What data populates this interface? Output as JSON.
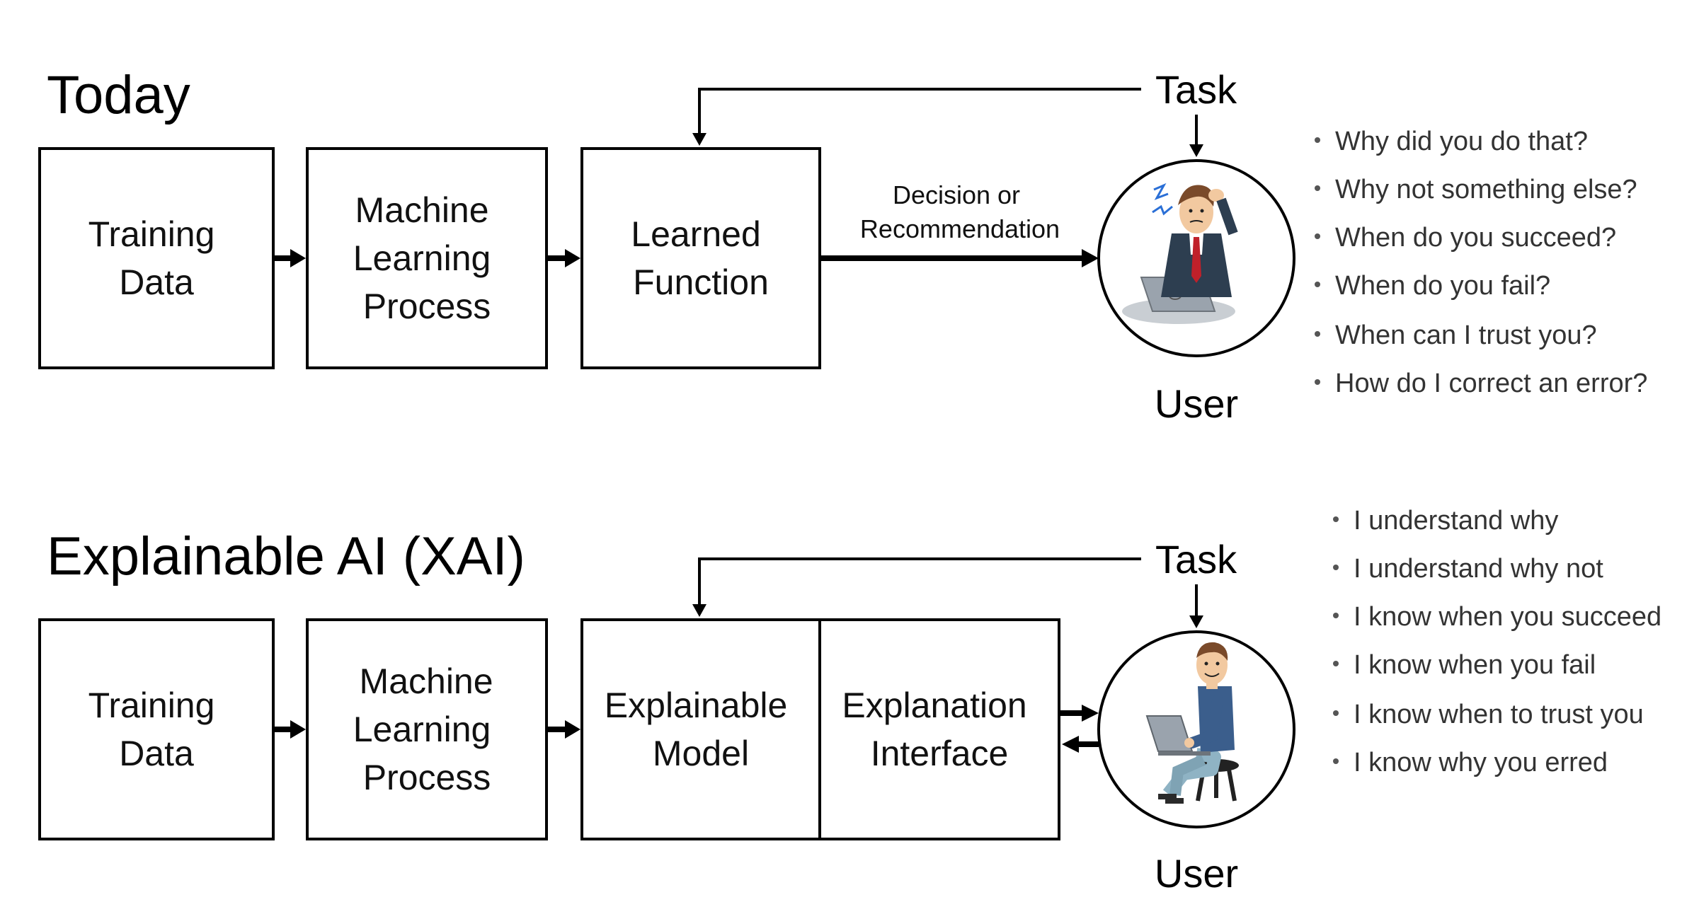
{
  "today": {
    "title": "Today",
    "boxes": [
      {
        "lines": [
          "Training",
          "Data"
        ]
      },
      {
        "lines": [
          "Machine",
          "Learning",
          "Process"
        ]
      },
      {
        "lines": [
          "Learned",
          "Function"
        ]
      }
    ],
    "decision_label": [
      "Decision or",
      "Recommendation"
    ],
    "task_label": "Task",
    "user_label": "User",
    "questions": [
      "Why did you do that?",
      "Why not something else?",
      "When do you succeed?",
      "When do you fail?",
      "When can I trust you?",
      "How do I correct an error?"
    ]
  },
  "xai": {
    "title": "Explainable AI (XAI)",
    "boxes": [
      {
        "lines": [
          "Training",
          "Data"
        ]
      },
      {
        "lines": [
          "Machine",
          "Learning",
          "Process"
        ]
      },
      {
        "lines": [
          "Explainable",
          "Model"
        ]
      },
      {
        "lines": [
          "Explanation",
          "Interface"
        ]
      }
    ],
    "task_label": "Task",
    "user_label": "User",
    "answers": [
      "I understand why",
      "I understand why not",
      "I know when you succeed",
      "I know when you fail",
      "I know when to trust you",
      "I know why you erred"
    ]
  },
  "colors": {
    "suit": "#2d3e50",
    "tie": "#c0202a",
    "shirt_blue": "#3b5e8c",
    "skin": "#f2c9a0",
    "hair": "#7a4a2a",
    "laptop": "#9aa3ad",
    "jeans": "#8fb3c4"
  },
  "icons": {
    "stressed_user": "stressed-businessman-icon",
    "happy_user": "happy-user-laptop-icon"
  }
}
